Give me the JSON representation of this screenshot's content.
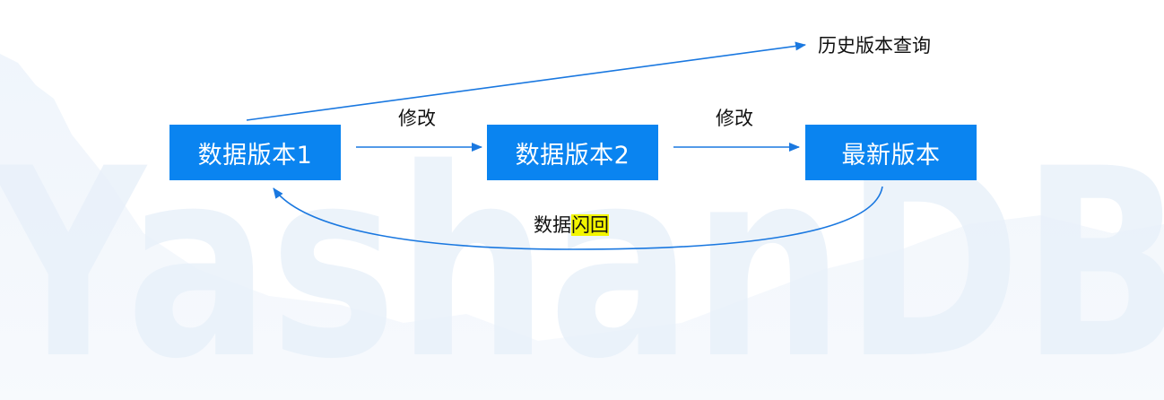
{
  "colors": {
    "box": "#0a84f0",
    "arrow": "#1a78e0",
    "highlight": "#f2f500",
    "watermark": "#e9f1fa"
  },
  "watermark": {
    "text": "YashanDB"
  },
  "nodes": [
    {
      "label": "数据版本1"
    },
    {
      "label": "数据版本2"
    },
    {
      "label": "最新版本"
    }
  ],
  "edges": {
    "modify_1": "修改",
    "modify_2": "修改",
    "history": "历史版本查询",
    "flashback_prefix": "数据",
    "flashback_highlight": "闪回"
  }
}
